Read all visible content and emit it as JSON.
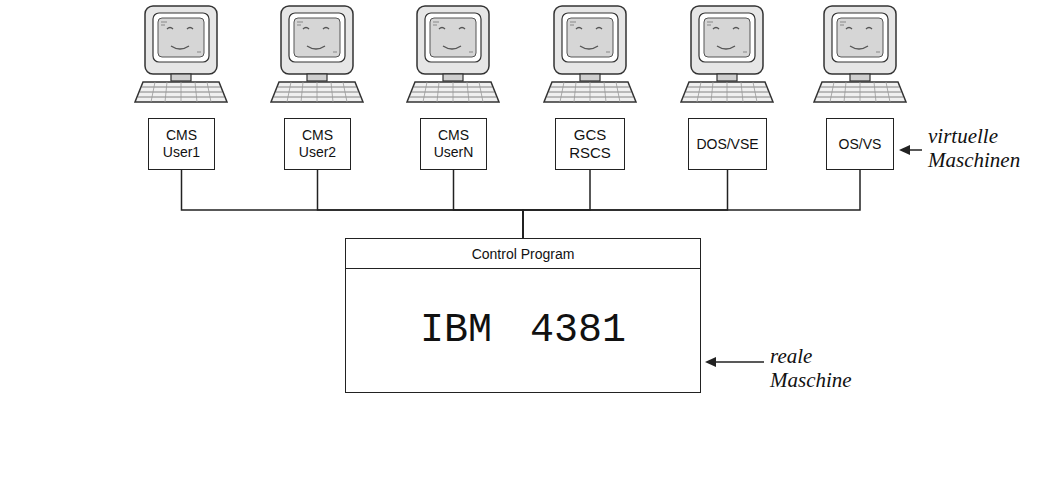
{
  "diagram": {
    "nodes": [
      {
        "text": [
          "CMS User1"
        ]
      },
      {
        "text": [
          "CMS User2"
        ]
      },
      {
        "text": [
          "CMS UserN"
        ]
      },
      {
        "text": [
          "GCS RSCS"
        ]
      },
      {
        "text": [
          "DOS/VSE"
        ]
      },
      {
        "text": [
          "OS/VS"
        ]
      },
      {
        "text": [
          "Control Program",
          "IBM 4381"
        ]
      }
    ],
    "edges": [
      {
        "from": 0,
        "to": 6,
        "arrow": "none"
      },
      {
        "from": 1,
        "to": 6,
        "arrow": "none"
      },
      {
        "from": 2,
        "to": 6,
        "arrow": "none"
      },
      {
        "from": 3,
        "to": 6,
        "arrow": "none"
      },
      {
        "from": 4,
        "to": 6,
        "arrow": "none"
      },
      {
        "from": 5,
        "to": 6,
        "arrow": "none"
      }
    ],
    "labels": [
      "virtuelle Maschinen",
      "reale Maschine"
    ]
  }
}
